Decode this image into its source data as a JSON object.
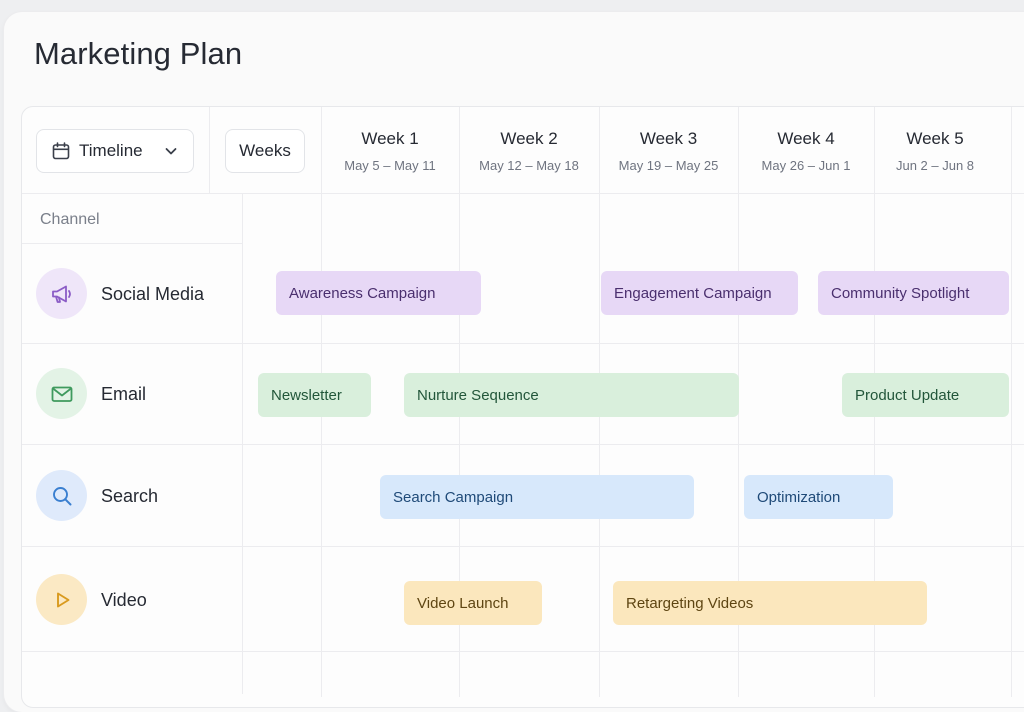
{
  "title": "Marketing Plan",
  "toolbar": {
    "view_select": "Timeline",
    "scale_button": "Weeks"
  },
  "weeks": [
    {
      "label": "Week 1",
      "dates": "May 5 – May 11"
    },
    {
      "label": "Week 2",
      "dates": "May 12 – May 18"
    },
    {
      "label": "Week 3",
      "dates": "May 19 – May 25"
    },
    {
      "label": "Week 4",
      "dates": "May 26 – Jun 1"
    },
    {
      "label": "Week 5",
      "dates": "Jun 2 – Jun 8"
    }
  ],
  "channel_header": "Channel",
  "channels": [
    {
      "name": "Social Media",
      "icon": "megaphone-icon",
      "color": "#8b5cc6",
      "items": [
        "Awareness Campaign",
        "Engagement Campaign",
        "Community Spotlight"
      ]
    },
    {
      "name": "Email",
      "icon": "mail-icon",
      "color": "#3f9a5e",
      "items": [
        "Newsletter",
        "Nurture Sequence",
        "Product Update"
      ]
    },
    {
      "name": "Search",
      "icon": "search-icon",
      "color": "#3a7fd0",
      "items": [
        "Search Campaign",
        "Optimization"
      ]
    },
    {
      "name": "Video",
      "icon": "play-icon",
      "color": "#d99a1e",
      "items": [
        "Video Launch",
        "Retargeting Videos"
      ]
    }
  ],
  "colors": {
    "social": "#e7d8f6",
    "email": "#d9efdc",
    "search": "#d7e8fb",
    "video": "#fbe7bd"
  }
}
